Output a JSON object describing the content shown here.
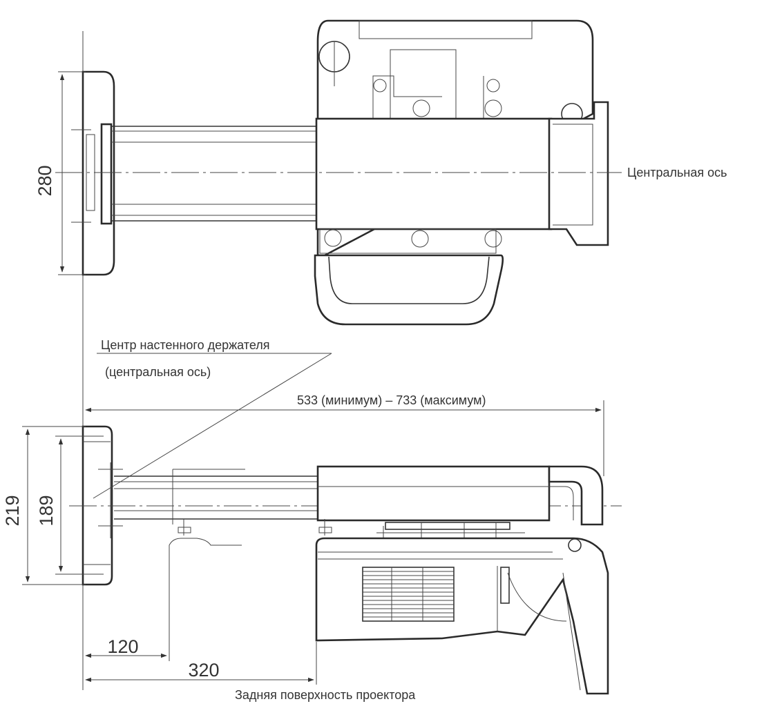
{
  "labels": {
    "center_axis": "Центральная ось",
    "mount_center_line1": "Центр настенного держателя",
    "mount_center_line2": "(центральная ось)",
    "projector_back_surface": "Задняя поверхность проектора"
  },
  "dimensions": {
    "top_plate_height": "280",
    "overall_length": "533 (минимум) – 733 (максимум)",
    "side_plate_outer": "219",
    "side_plate_inner": "189",
    "mount_offset": "120",
    "back_surface_offset": "320"
  }
}
